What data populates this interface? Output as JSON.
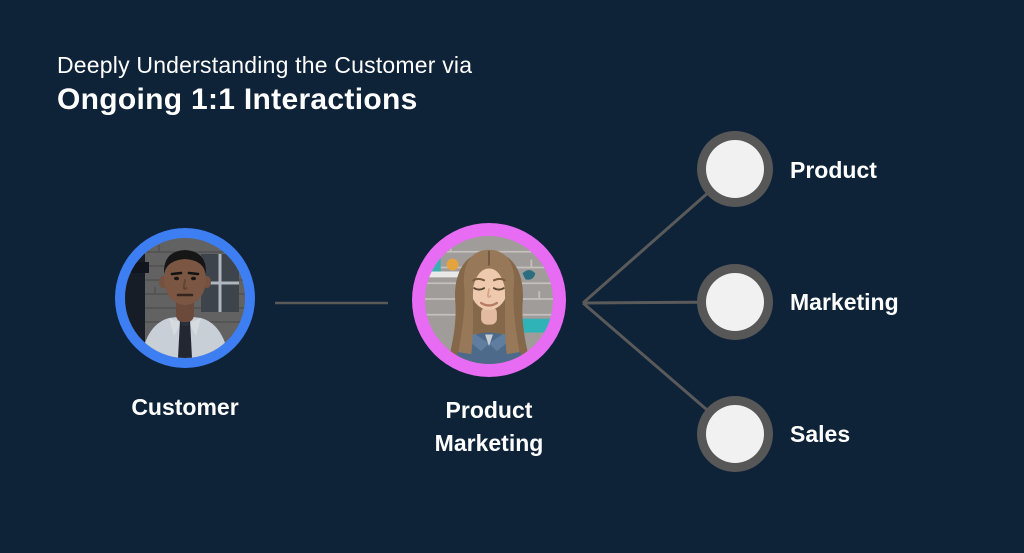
{
  "title": {
    "line1": "Deeply Understanding the Customer via",
    "line2": "Ongoing 1:1 Interactions"
  },
  "diagram": {
    "customer": {
      "label": "Customer",
      "photo_alt": "man in white shirt and dark tie"
    },
    "product_marketing": {
      "label": "Product\nMarketing",
      "photo_alt": "woman with long brown hair in denim jacket"
    },
    "branches": [
      {
        "label": "Product"
      },
      {
        "label": "Marketing"
      },
      {
        "label": "Sales"
      }
    ]
  },
  "colors": {
    "background": "#0e2238",
    "text": "#ffffff",
    "connector": "#5a5a5a",
    "customer_ring": "#3d7ff2",
    "product_marketing_ring": "#e76bf3",
    "branch_ring": "#575757",
    "branch_fill": "#f1f1f1"
  }
}
